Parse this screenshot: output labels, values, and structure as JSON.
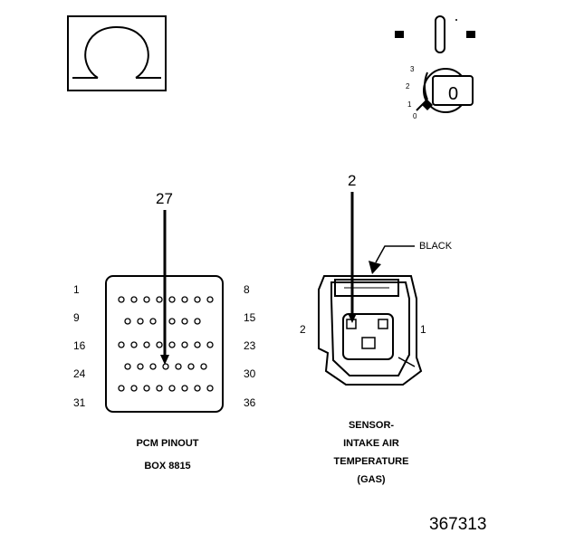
{
  "ohmmeter": {
    "symbol": "Ω",
    "icon": "ohm-icon"
  },
  "ignition": {
    "positions": [
      "3",
      "2",
      "1",
      "0"
    ],
    "key_label": "0",
    "icon": "ignition-key-icon"
  },
  "pcm": {
    "pin_callout": "27",
    "row_labels_left": [
      "1",
      "9",
      "16",
      "24",
      "31"
    ],
    "row_labels_right": [
      "8",
      "15",
      "23",
      "30",
      "36"
    ],
    "caption_line1": "PCM PINOUT",
    "caption_line2": "BOX 8815"
  },
  "sensor": {
    "pin_callout": "2",
    "color_label": "BLACK",
    "terminal_left": "2",
    "terminal_right": "1",
    "caption_line1": "SENSOR-",
    "caption_line2": "INTAKE AIR",
    "caption_line3": "TEMPERATURE",
    "caption_line4": "(GAS)"
  },
  "figure_number": "367313"
}
